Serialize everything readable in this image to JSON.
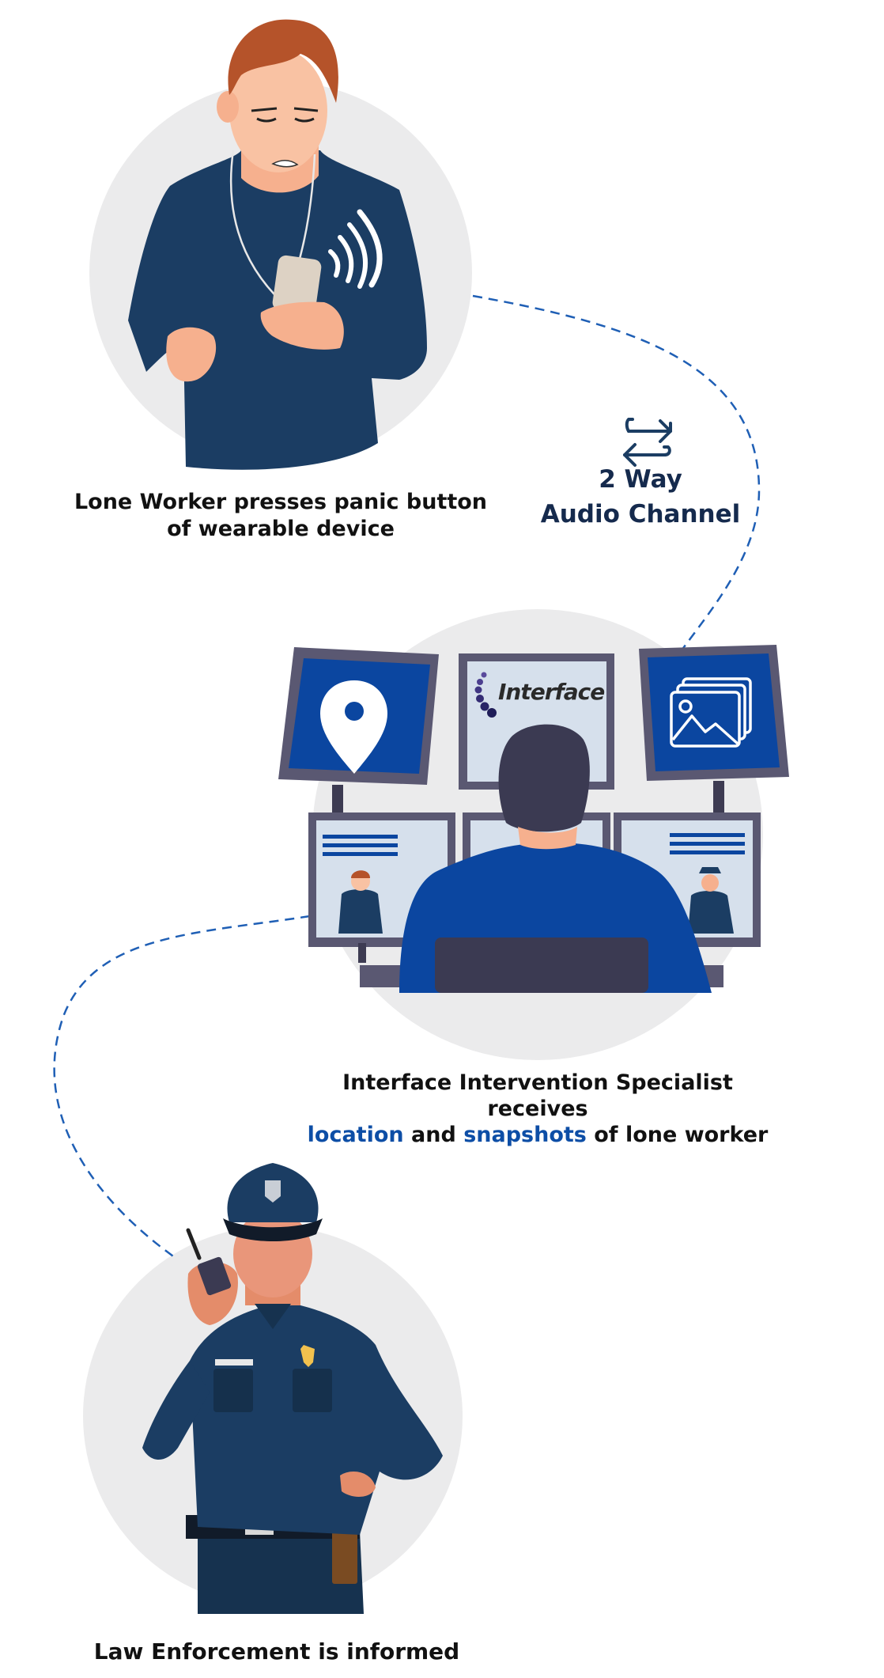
{
  "steps": {
    "worker": {
      "line1": "Lone Worker presses panic button",
      "line2": "of wearable device"
    },
    "audio": {
      "line1": "2 Way",
      "line2": "Audio Channel",
      "icon": "swap-arrows-icon"
    },
    "specialist": {
      "line1": "Interface Intervention Specialist receives",
      "highlight1": "location",
      "mid": " and ",
      "highlight2": "snapshots",
      "tail": " of lone worker"
    },
    "law": {
      "line1": "Law Enforcement is informed"
    }
  },
  "monitor": {
    "logo_text": "Interface"
  },
  "icons": [
    "location-pin-icon",
    "snapshots-icon",
    "interface-logo-icon"
  ],
  "colors": {
    "navy": "#1b3d63",
    "royal_blue": "#0b46a0",
    "circle_bg": "#ebebec",
    "monitor_frame": "#5a5872",
    "screen_light": "#d6e0ec",
    "highlight": "#0d4ea6",
    "dashed_connector": "#1f5fb5",
    "skin": "#f6b08e",
    "hair": "#b5532a",
    "badge_gold": "#f2c14e"
  }
}
